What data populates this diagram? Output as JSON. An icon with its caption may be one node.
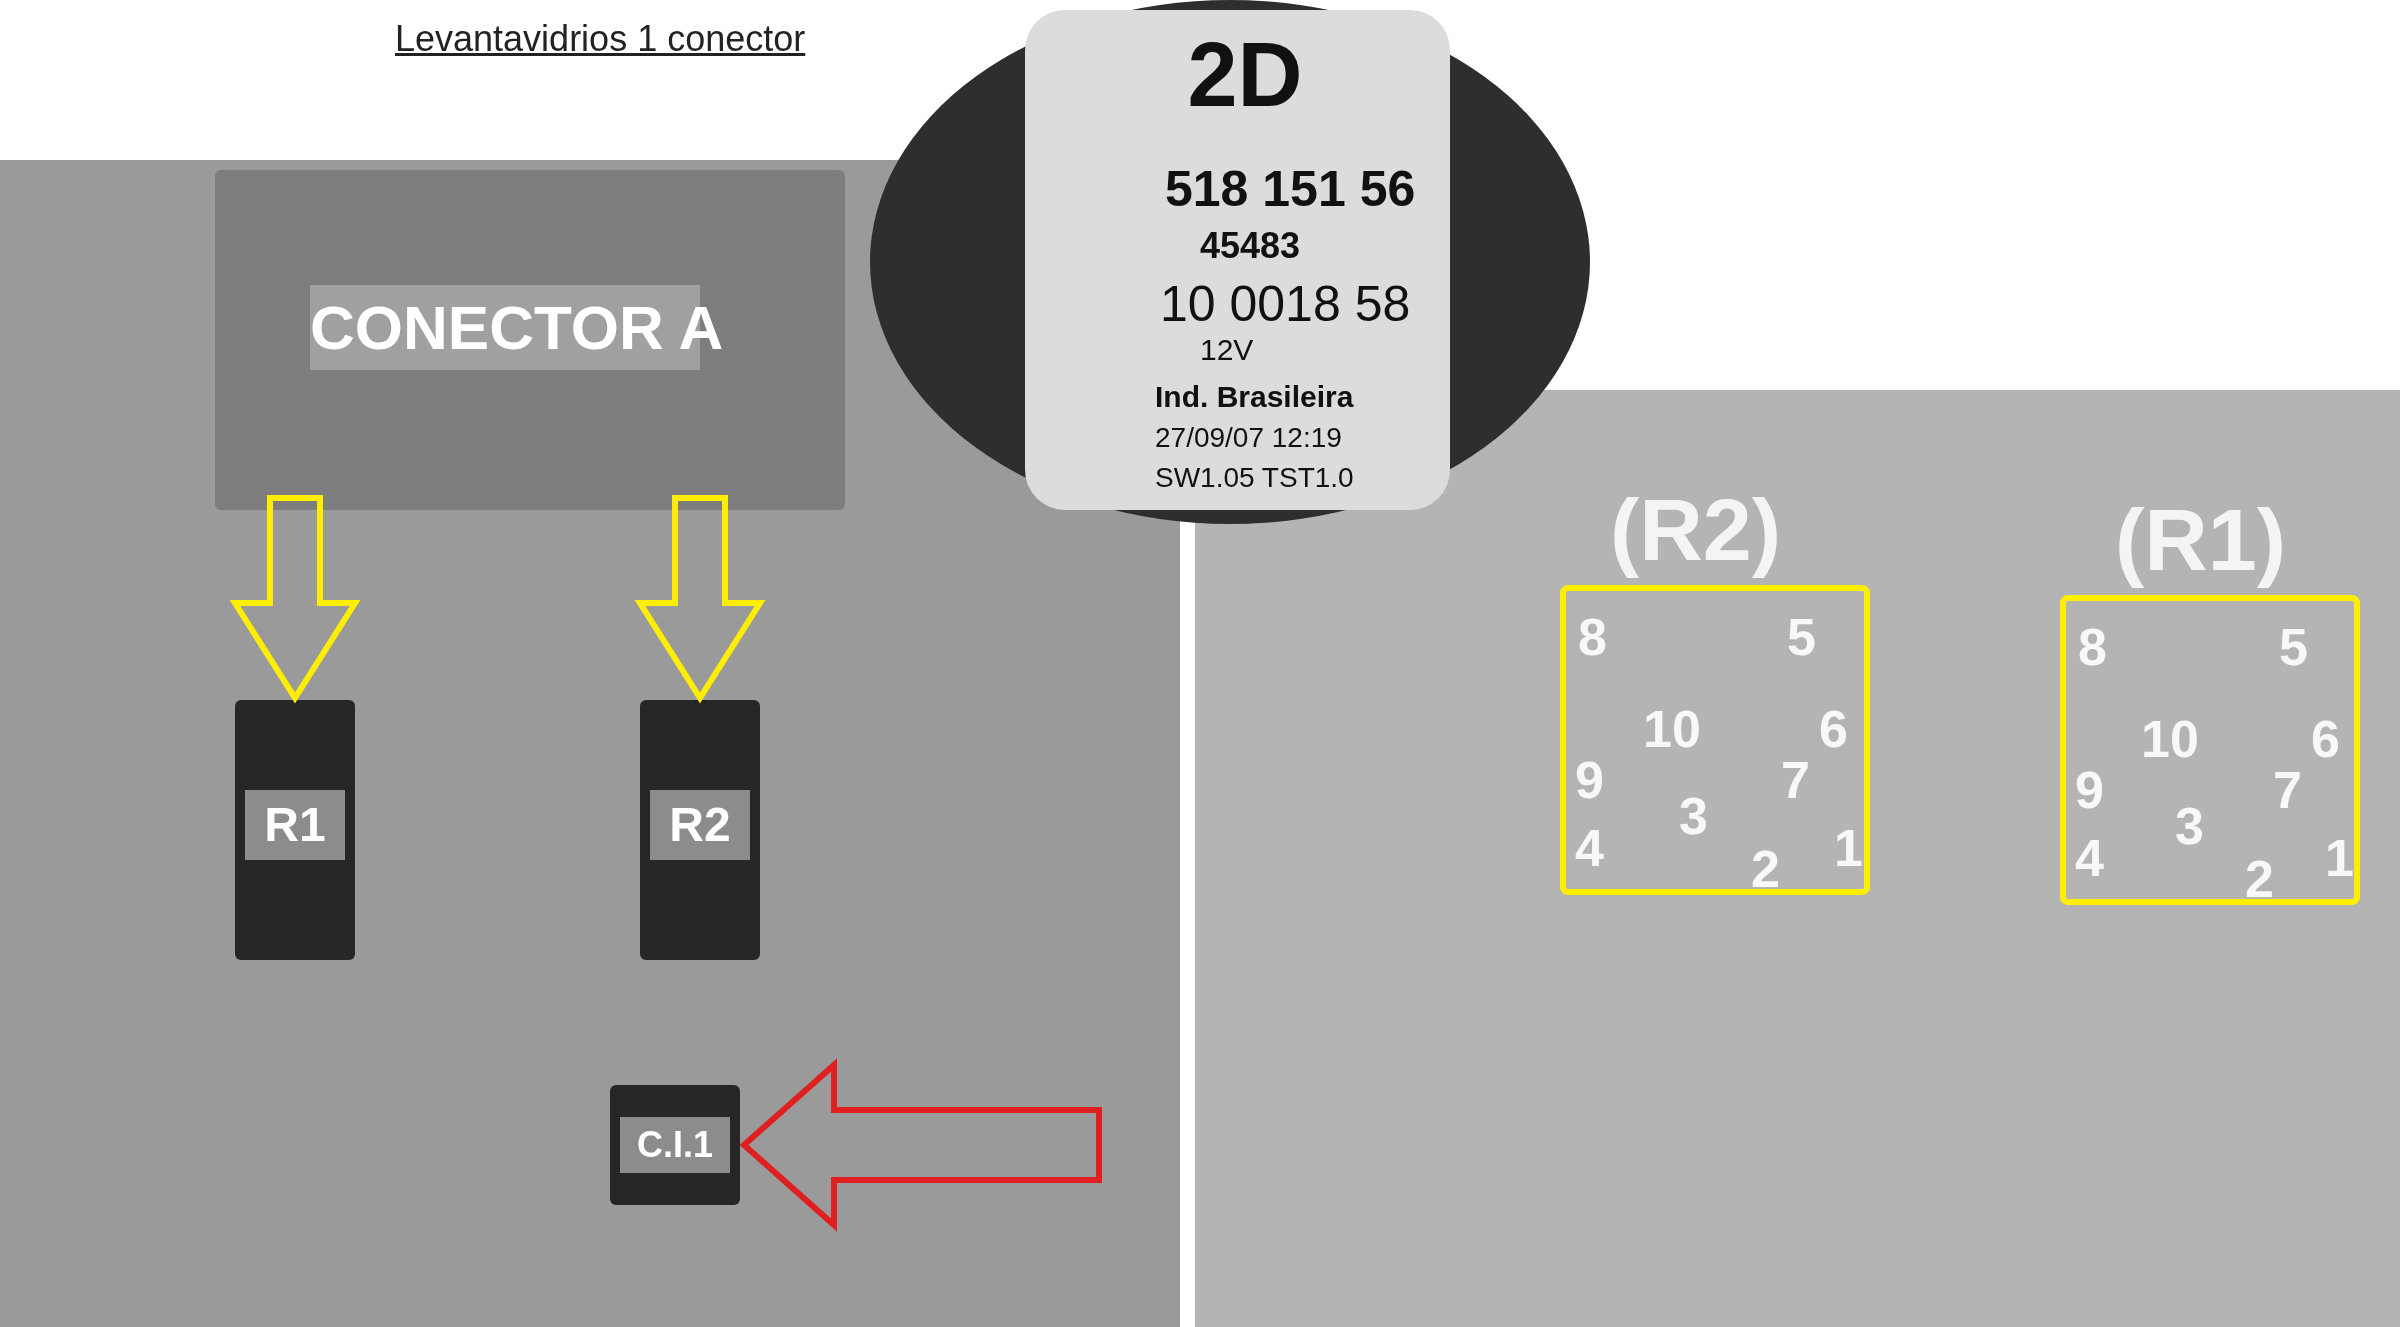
{
  "diagram": {
    "title": "Levantavidrios 1 conector",
    "nodes": [
      {
        "text": [
          "R1"
        ]
      },
      {
        "text": [
          "R2"
        ]
      },
      {
        "text": [
          "C.I.1"
        ]
      },
      {
        "text": [
          "(R2)",
          "8",
          "5",
          "10",
          "6",
          "9",
          "7",
          "3",
          "4",
          "2",
          "1"
        ]
      },
      {
        "text": [
          "(R1)",
          "8",
          "5",
          "10",
          "6",
          "9",
          "7",
          "3",
          "4",
          "2",
          "1"
        ]
      }
    ],
    "edges": [
      {
        "from": null,
        "to": 0,
        "arrow": "to"
      },
      {
        "from": null,
        "to": 1,
        "arrow": "to"
      },
      {
        "from": null,
        "to": 2,
        "arrow": "to",
        "color": "#e02020"
      }
    ],
    "labels": [
      "CONECTOR A",
      "2D",
      "518 151 56",
      "45483",
      "10 0018 58",
      "12V",
      "Ind. Brasileira",
      "27/09/07 12:19",
      "SW1.05 TST1.0"
    ]
  }
}
